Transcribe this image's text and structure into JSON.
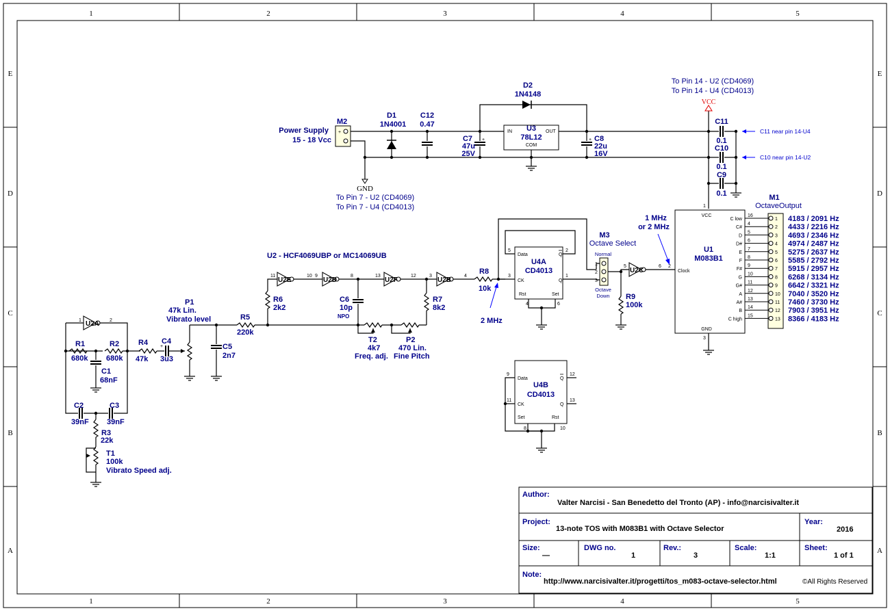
{
  "frame": {
    "columns": [
      "1",
      "2",
      "3",
      "4",
      "5"
    ],
    "rows": [
      "E",
      "D",
      "C",
      "B",
      "A"
    ]
  },
  "power": {
    "supply_label": "Power Supply",
    "supply_range": "15 - 18 Vcc",
    "connector": "M2",
    "plus": "+",
    "gnd_label": "GND",
    "gnd_note1": "To Pin 7 - U2 (CD4069)",
    "gnd_note2": "To Pin 7 - U4 (CD4013)",
    "vcc_label": "VCC",
    "vcc_note1": "To Pin 14 - U2 (CD4069)",
    "vcc_note2": "To Pin 14 - U4 (CD4013)"
  },
  "components": {
    "D1": {
      "ref": "D1",
      "value": "1N4001"
    },
    "D2": {
      "ref": "D2",
      "value": "1N4148"
    },
    "C12": {
      "ref": "C12",
      "value": "0.47"
    },
    "C7": {
      "ref": "C7",
      "value": "47u",
      "value2": "25V"
    },
    "C8": {
      "ref": "C8",
      "value": "22u",
      "value2": "16V"
    },
    "U3": {
      "ref": "U3",
      "value": "78L12",
      "pin_in": "IN",
      "pin_out": "OUT",
      "pin_com": "COM"
    },
    "C11": {
      "ref": "C11",
      "value": "0.1",
      "note": "C11 near pin 14-U4"
    },
    "C10": {
      "ref": "C10",
      "value": "0.1",
      "note": "C10 near pin 14-U2"
    },
    "C9": {
      "ref": "C9",
      "value": "0.1"
    },
    "U2A": {
      "ref": "U2A"
    },
    "U2E": {
      "ref": "U2E"
    },
    "U2D": {
      "ref": "U2D"
    },
    "U2F": {
      "ref": "U2F"
    },
    "U2B": {
      "ref": "U2B"
    },
    "U2C": {
      "ref": "U2C"
    },
    "U2_note": "U2 - HCF4069UBP or MC14069UB",
    "R1": {
      "ref": "R1",
      "value": "680k"
    },
    "R2": {
      "ref": "R2",
      "value": "680k"
    },
    "R3": {
      "ref": "R3",
      "value": "22k"
    },
    "R4": {
      "ref": "R4",
      "value": "47k"
    },
    "R5": {
      "ref": "R5",
      "value": "220k"
    },
    "R6": {
      "ref": "R6",
      "value": "2k2"
    },
    "R7": {
      "ref": "R7",
      "value": "8k2"
    },
    "R8": {
      "ref": "R8",
      "value": "10k"
    },
    "R9": {
      "ref": "R9",
      "value": "100k"
    },
    "C1": {
      "ref": "C1",
      "value": "68nF"
    },
    "C2": {
      "ref": "C2",
      "value": "39nF"
    },
    "C3": {
      "ref": "C3",
      "value": "39nF"
    },
    "C4": {
      "ref": "C4",
      "value": "3u3"
    },
    "C5": {
      "ref": "C5",
      "value": "2n7"
    },
    "C6": {
      "ref": "C6",
      "value": "10p",
      "value2": "NPO"
    },
    "T1": {
      "ref": "T1",
      "value": "100k",
      "desc": "Vibrato Speed adj."
    },
    "T2": {
      "ref": "T2",
      "value": "4k7",
      "desc": "Freq. adj."
    },
    "P1": {
      "ref": "P1",
      "value": "47k Lin.",
      "desc": "Vibrato level"
    },
    "P2": {
      "ref": "P2",
      "value": "470 Lin.",
      "desc": "Fine Pitch"
    },
    "U4A": {
      "ref": "U4A",
      "value": "CD4013"
    },
    "U4B": {
      "ref": "U4B",
      "value": "CD4013"
    },
    "M3": {
      "ref": "M3",
      "desc": "Octave Select",
      "normal": "Normal",
      "octave": "Octave",
      "down": "Down"
    },
    "U1": {
      "ref": "U1",
      "value": "M083B1",
      "vcc": "VCC",
      "gnd": "GND",
      "clock": "Clock"
    },
    "M1": {
      "ref": "M1",
      "desc": "OctaveOutput"
    },
    "freq_2mhz": "2 MHz",
    "freq_1or2_a": "1 MHz",
    "freq_1or2_b": "or 2 MHz"
  },
  "ff_pins": {
    "data": "Data",
    "ck": "CK",
    "set": "Set",
    "rst": "Rst",
    "q": "Q",
    "qbar": "Q"
  },
  "outputs": [
    {
      "pin": "16",
      "note": "C low",
      "num": "1",
      "freq": "4183 / 2091 Hz"
    },
    {
      "pin": "4",
      "note": "C#",
      "num": "2",
      "freq": "4433 / 2216 Hz"
    },
    {
      "pin": "5",
      "note": "D",
      "num": "3",
      "freq": "4693 / 2346 Hz"
    },
    {
      "pin": "6",
      "note": "D#",
      "num": "4",
      "freq": "4974 / 2487 Hz"
    },
    {
      "pin": "7",
      "note": "E",
      "num": "5",
      "freq": "5275 / 2637 Hz"
    },
    {
      "pin": "8",
      "note": "F",
      "num": "6",
      "freq": "5585 / 2792 Hz"
    },
    {
      "pin": "9",
      "note": "F#",
      "num": "7",
      "freq": "5915 / 2957 Hz"
    },
    {
      "pin": "10",
      "note": "G",
      "num": "8",
      "freq": "6268 / 3134 Hz"
    },
    {
      "pin": "11",
      "note": "G#",
      "num": "9",
      "freq": "6642 / 3321 Hz"
    },
    {
      "pin": "12",
      "note": "A",
      "num": "10",
      "freq": "7040 / 3520 Hz"
    },
    {
      "pin": "13",
      "note": "A#",
      "num": "11",
      "freq": "7460 / 3730 Hz"
    },
    {
      "pin": "14",
      "note": "B",
      "num": "12",
      "freq": "7903 / 3951 Hz"
    },
    {
      "pin": "15",
      "note": "C high",
      "num": "13",
      "freq": "8366 / 4183 Hz"
    }
  ],
  "title_block": {
    "author_label": "Author:",
    "author": "Valter Narcisi - San Benedetto del Tronto (AP) - info@narcisivalter.it",
    "project_label": "Project:",
    "project": "13-note TOS with M083B1 with Octave Selector",
    "year_label": "Year:",
    "year": "2016",
    "size_label": "Size:",
    "size": "—",
    "dwg_label": "DWG no.",
    "dwg": "1",
    "rev_label": "Rev.:",
    "rev": "3",
    "scale_label": "Scale:",
    "scale": "1:1",
    "sheet_label": "Sheet:",
    "sheet": "1 of 1",
    "note_label": "Note:",
    "note": "http://www.narcisivalter.it/progetti/tos_m083-octave-selector.html",
    "rights": "©All Rights Reserved"
  }
}
